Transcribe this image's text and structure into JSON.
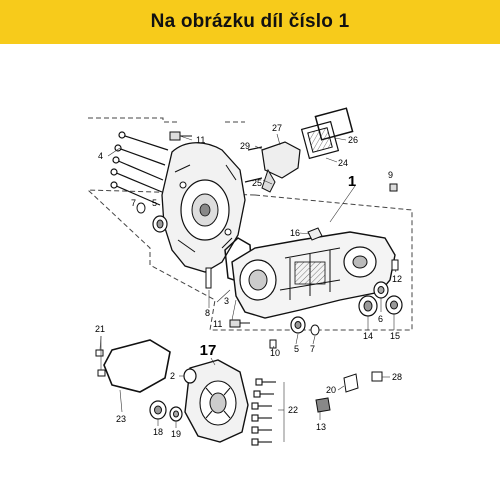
{
  "banner": {
    "text": "Na obrázku díl číslo 1",
    "color": "#f7cb1b"
  },
  "callouts": [
    "1",
    "2",
    "3",
    "4",
    "5",
    "6",
    "7",
    "8",
    "9",
    "10",
    "11",
    "12",
    "13",
    "14",
    "15",
    "16",
    "17",
    "18",
    "19",
    "20",
    "21",
    "22",
    "23",
    "24",
    "25",
    "26",
    "27",
    "28",
    "29"
  ]
}
